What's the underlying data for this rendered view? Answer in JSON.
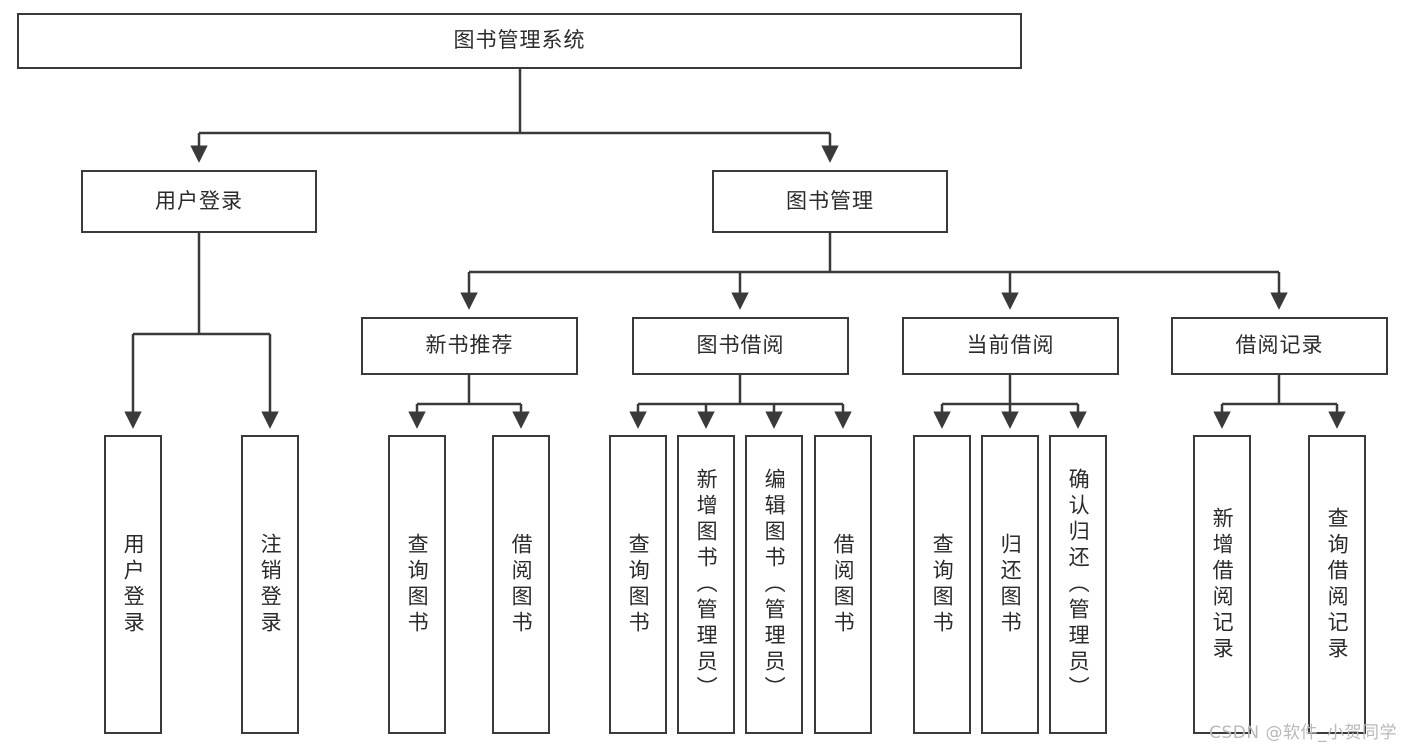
{
  "diagram": {
    "title": "图书管理系统",
    "type": "tree",
    "root": {
      "id": "root",
      "label": "图书管理系统"
    },
    "level2": [
      {
        "id": "user-login",
        "label": "用户登录"
      },
      {
        "id": "book-manage",
        "label": "图书管理"
      }
    ],
    "level3": [
      {
        "id": "new-book-rec",
        "label": "新书推荐",
        "parent": "book-manage"
      },
      {
        "id": "book-borrow",
        "label": "图书借阅",
        "parent": "book-manage"
      },
      {
        "id": "current-borrow",
        "label": "当前借阅",
        "parent": "book-manage"
      },
      {
        "id": "borrow-record",
        "label": "借阅记录",
        "parent": "book-manage"
      }
    ],
    "leaves": [
      {
        "id": "leaf-user-login",
        "label": "用户登录",
        "parent": "user-login"
      },
      {
        "id": "leaf-logout",
        "label": "注销登录",
        "parent": "user-login"
      },
      {
        "id": "leaf-query-book-1",
        "label": "查询图书",
        "parent": "new-book-rec"
      },
      {
        "id": "leaf-borrow-book-1",
        "label": "借阅图书",
        "parent": "new-book-rec"
      },
      {
        "id": "leaf-query-book-2",
        "label": "查询图书",
        "parent": "book-borrow"
      },
      {
        "id": "leaf-add-book",
        "label": "新增图书（管理员）",
        "parent": "book-borrow"
      },
      {
        "id": "leaf-edit-book",
        "label": "编辑图书（管理员）",
        "parent": "book-borrow"
      },
      {
        "id": "leaf-borrow-book-2",
        "label": "借阅图书",
        "parent": "book-borrow"
      },
      {
        "id": "leaf-query-book-3",
        "label": "查询图书",
        "parent": "current-borrow"
      },
      {
        "id": "leaf-return-book",
        "label": "归还图书",
        "parent": "current-borrow"
      },
      {
        "id": "leaf-confirm-return",
        "label": "确认归还（管理员）",
        "parent": "current-borrow"
      },
      {
        "id": "leaf-add-record",
        "label": "新增借阅记录",
        "parent": "borrow-record"
      },
      {
        "id": "leaf-query-record",
        "label": "查询借阅记录",
        "parent": "borrow-record"
      }
    ],
    "colors": {
      "stroke": "#3a3a3a",
      "text": "#2b2b2b",
      "background": "#ffffff",
      "watermark": "#b9b9b9"
    }
  },
  "watermark": {
    "text": "CSDN @软件_小贺同学"
  }
}
